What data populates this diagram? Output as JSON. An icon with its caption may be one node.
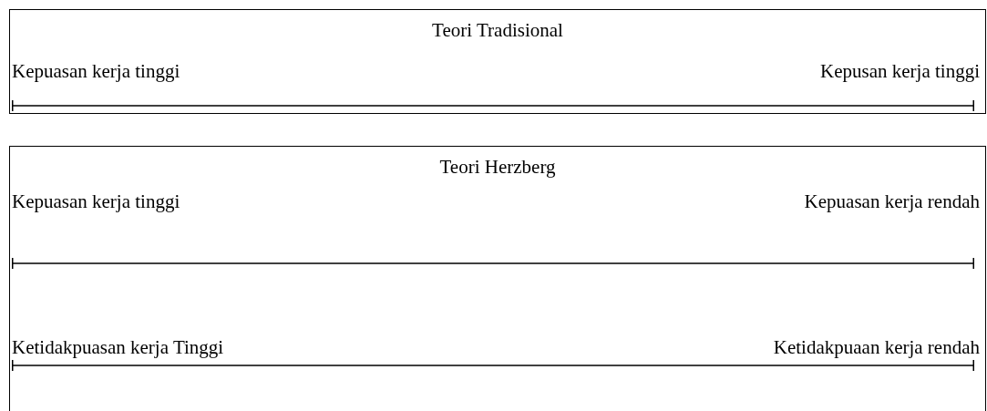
{
  "diagram": {
    "nodes": [
      {
        "text": [
          "Teori Tradisional"
        ]
      },
      {
        "text": [
          "Teori Herzberg"
        ]
      }
    ],
    "labels": [
      "Kepuasan kerja tinggi",
      "Kepusan kerja tinggi",
      "Kepuasan kerja tinggi",
      "Kepuasan kerja rendah",
      "Ketidakpuasan kerja Tinggi",
      "Ketidakpuaan kerja rendah"
    ]
  }
}
